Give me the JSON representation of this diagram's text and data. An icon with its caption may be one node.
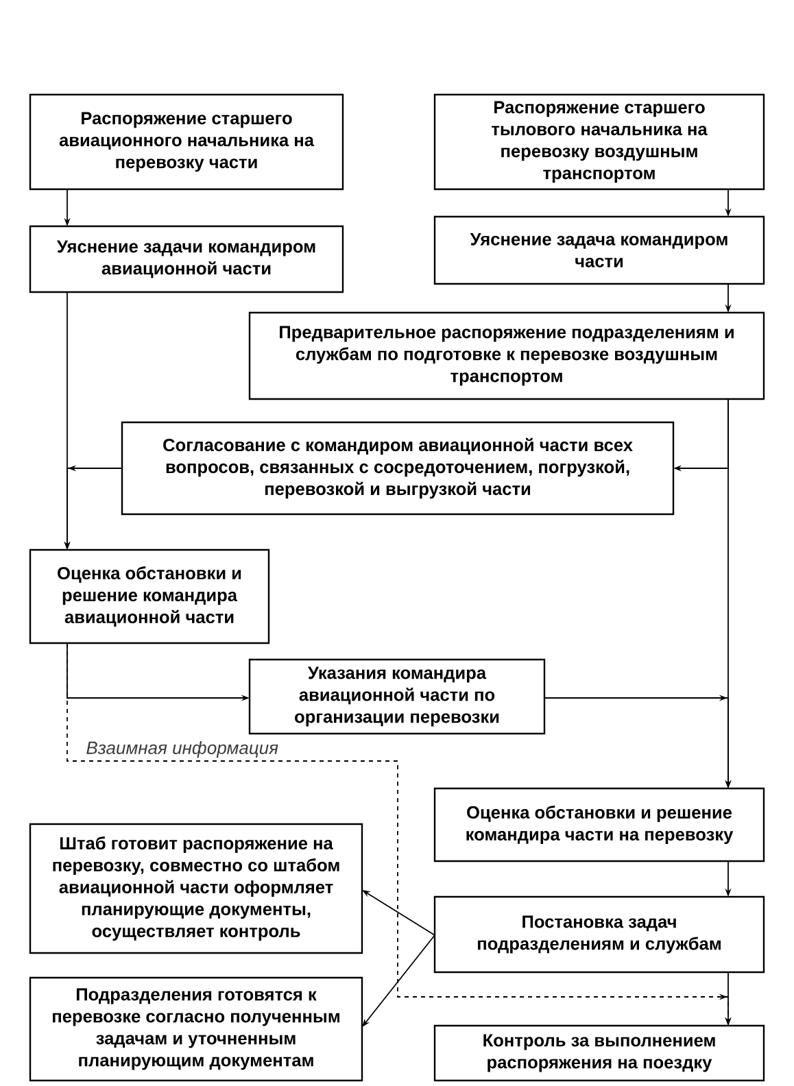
{
  "diagram": {
    "nodes": [
      {
        "text": [
          "Распоряжение старшего авиационного начальника на перевозку части"
        ]
      },
      {
        "text": [
          "Распоряжение старшего тылового начальника на перевозку воздушным транспортом"
        ]
      },
      {
        "text": [
          "Уяснение задачи командиром авиационной части"
        ]
      },
      {
        "text": [
          "Уяснение задача командиром части"
        ]
      },
      {
        "text": [
          "Предварительное распоряжение подразделениям и службам по подготовке к перевозке воздушным транспортом"
        ]
      },
      {
        "text": [
          "Согласование с командиром авиационной части всех вопросов, связанных с сосредоточением, погрузкой, перевозкой и выгрузкой части"
        ]
      },
      {
        "text": [
          "Оценка обстановки и решение командира авиационной части"
        ]
      },
      {
        "text": [
          "Указания командира авиационной части по организации перевозки"
        ]
      },
      {
        "text": [
          "Оценка обстановки и решение командира части на перевозку"
        ]
      },
      {
        "text": [
          "Штаб готовит распоряжение на перевозку, совместно со штабом авиационной части оформляет планирующие документы, осуществляет контроль"
        ]
      },
      {
        "text": [
          "Постановка задач подразделениям и службам"
        ]
      },
      {
        "text": [
          "Подразделения готовятся к перевозке согласно полученным задачам и уточненным планирующим документам"
        ]
      },
      {
        "text": [
          "Контроль за выполнением распоряжения на поездку"
        ]
      }
    ],
    "edges": [
      {
        "from": 0,
        "to": 2,
        "arrow": "to"
      },
      {
        "from": 1,
        "to": 3,
        "arrow": "to"
      },
      {
        "from": 3,
        "to": 4,
        "arrow": "to"
      },
      {
        "from": 4,
        "to": 5,
        "arrow": "to"
      },
      {
        "from": 4,
        "to": 8,
        "arrow": "to"
      },
      {
        "from": 5,
        "to": 6,
        "arrow": "to"
      },
      {
        "from": 2,
        "to": 6,
        "arrow": "to"
      },
      {
        "from": 6,
        "to": 7,
        "arrow": "to"
      },
      {
        "from": 7,
        "to": 8,
        "arrow": "to"
      },
      {
        "from": 6,
        "to": 12,
        "arrow": "to",
        "label": "Взаимная информация",
        "style": "dashed"
      },
      {
        "from": 8,
        "to": 10,
        "arrow": "to"
      },
      {
        "from": 10,
        "to": 9,
        "arrow": "to"
      },
      {
        "from": 10,
        "to": 11,
        "arrow": "to"
      },
      {
        "from": 10,
        "to": 12,
        "arrow": "to"
      }
    ]
  }
}
